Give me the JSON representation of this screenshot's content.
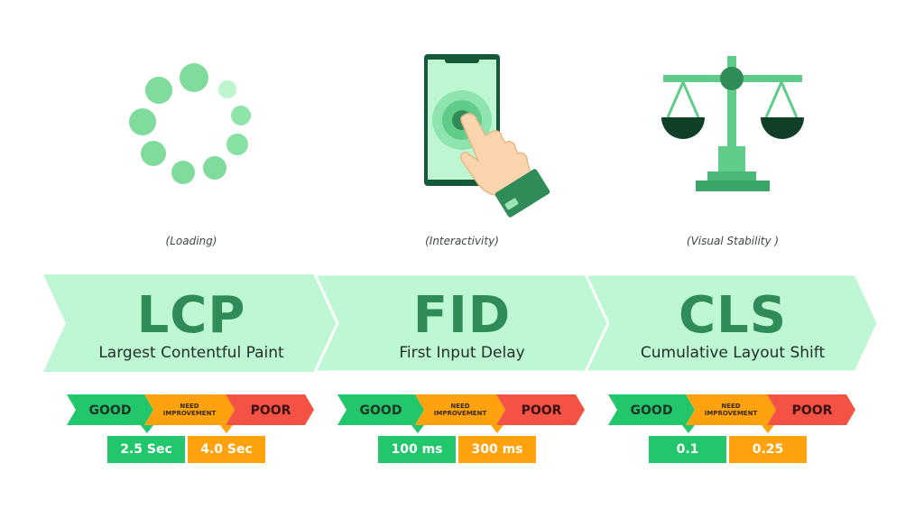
{
  "metrics": [
    {
      "abbr": "LCP",
      "name": "Largest Contentful Paint",
      "caption": "(Loading)",
      "icon": "loading-spinner-icon",
      "scale": {
        "good": "GOOD",
        "needs_line1": "NEED",
        "needs_line2": "IMPROVEMENT",
        "poor": "POOR"
      },
      "thresholds": [
        "2.5 Sec",
        "4.0 Sec"
      ]
    },
    {
      "abbr": "FID",
      "name": "First Input Delay",
      "caption": "(Interactivity)",
      "icon": "touch-phone-icon",
      "scale": {
        "good": "GOOD",
        "needs_line1": "NEED",
        "needs_line2": "IMPROVEMENT",
        "poor": "POOR"
      },
      "thresholds": [
        "100 ms",
        "300 ms"
      ]
    },
    {
      "abbr": "CLS",
      "name": "Cumulative Layout Shift",
      "caption": "(Visual Stability )",
      "icon": "balance-scale-icon",
      "scale": {
        "good": "GOOD",
        "needs_line1": "NEED",
        "needs_line2": "IMPROVEMENT",
        "poor": "POOR"
      },
      "thresholds": [
        "0.1",
        "0.25"
      ]
    }
  ],
  "colors": {
    "chevron_fill": "#bdf7d3",
    "good": "#21c76a",
    "needs_improvement": "#ffa20d",
    "poor": "#f55246",
    "accent_dark": "#2f8c58"
  }
}
